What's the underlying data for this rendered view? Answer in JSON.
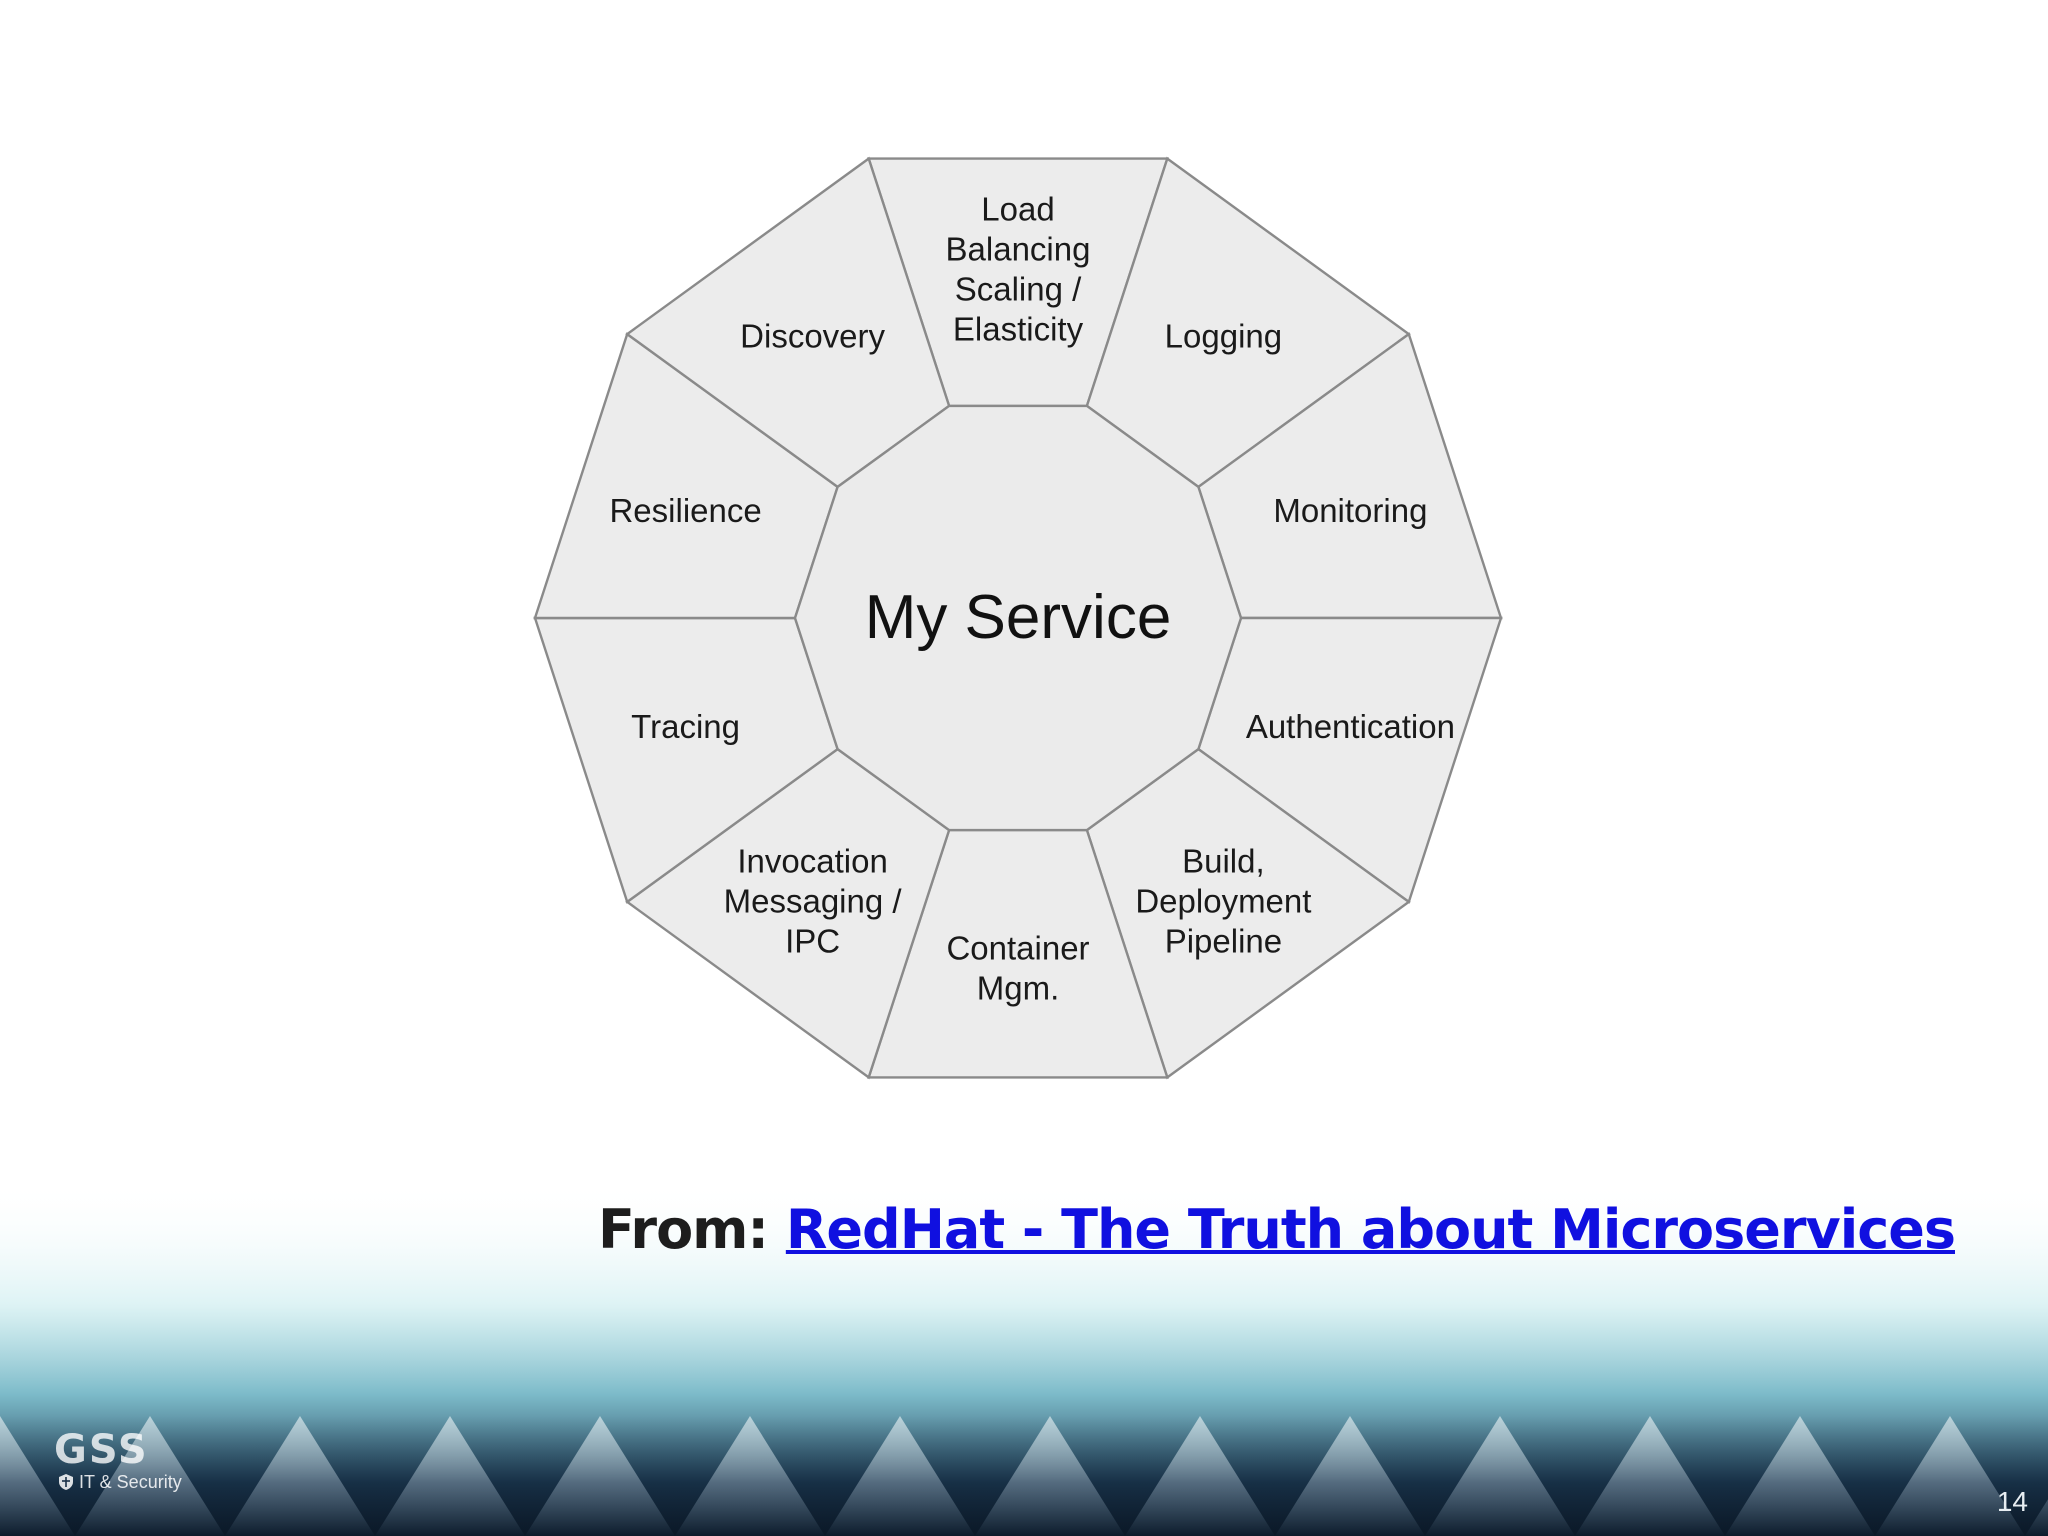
{
  "diagram": {
    "center_label": "My Service",
    "segments": [
      {
        "id": "load-balancing",
        "lines": [
          "Load",
          "Balancing",
          "Scaling /",
          "Elasticity"
        ]
      },
      {
        "id": "logging",
        "lines": [
          "Logging"
        ]
      },
      {
        "id": "monitoring",
        "lines": [
          "Monitoring"
        ]
      },
      {
        "id": "authentication",
        "lines": [
          "Authentication"
        ]
      },
      {
        "id": "build-deployment-pipeline",
        "lines": [
          "Build,",
          "Deployment",
          "Pipeline"
        ]
      },
      {
        "id": "container-mgm",
        "lines": [
          "Container",
          "Mgm."
        ]
      },
      {
        "id": "invocation-messaging-ipc",
        "lines": [
          "Invocation",
          "Messaging /",
          "IPC"
        ]
      },
      {
        "id": "tracing",
        "lines": [
          "Tracing"
        ]
      },
      {
        "id": "resilience",
        "lines": [
          "Resilience"
        ]
      },
      {
        "id": "discovery",
        "lines": [
          "Discovery"
        ]
      }
    ]
  },
  "source": {
    "prefix": "From: ",
    "link_text": "RedHat - The Truth about Microservices"
  },
  "footer": {
    "logo_text": "GSS",
    "logo_subtitle": "IT & Security",
    "page_number": "14"
  },
  "colors": {
    "link": "#1010e0",
    "footer_dark": "#0f2235",
    "footer_teal": "#8fd2d8"
  }
}
